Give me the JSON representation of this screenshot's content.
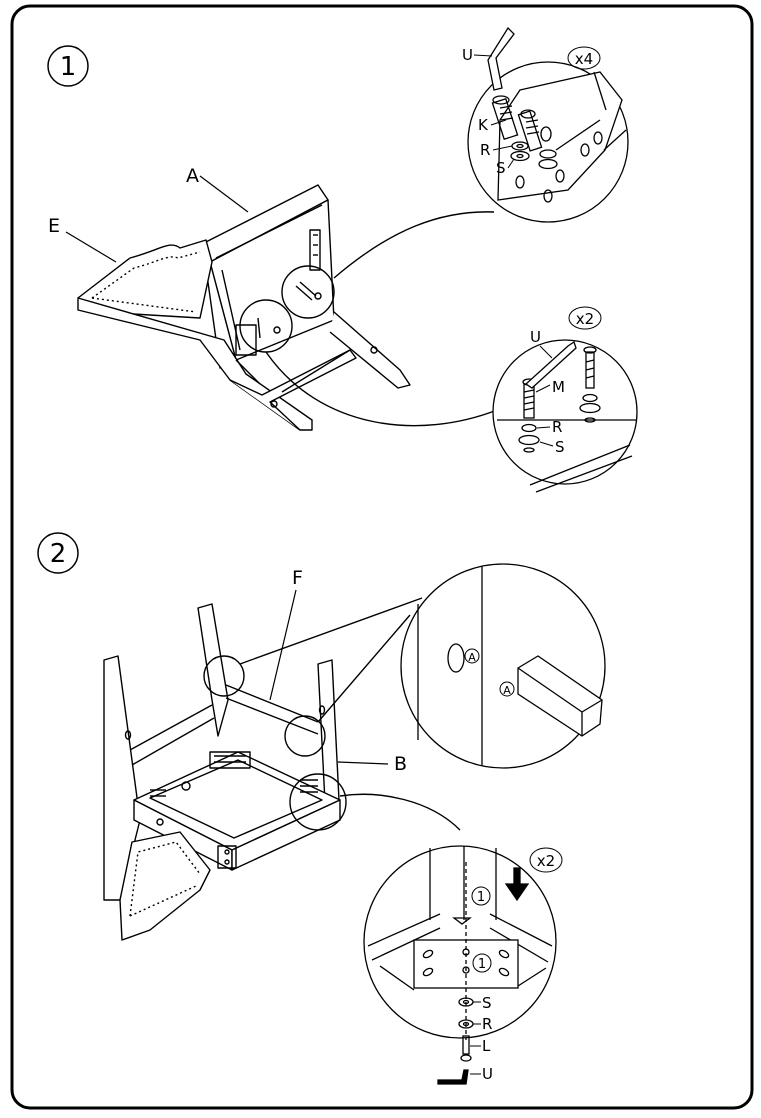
{
  "steps": [
    {
      "number": "1"
    },
    {
      "number": "2"
    }
  ],
  "step1": {
    "part_a": "A",
    "part_e": "E",
    "detail_top": {
      "tool": "U",
      "bolt": "K",
      "washer1": "R",
      "washer2": "S",
      "count": "x4"
    },
    "detail_bottom": {
      "tool": "U",
      "bolt": "M",
      "washer1": "R",
      "washer2": "S",
      "count": "x2"
    }
  },
  "step2": {
    "part_f": "F",
    "part_b": "B",
    "detail_marker": "A",
    "detail_bottom": {
      "count": "x2",
      "bracket_marker": "1",
      "washer2": "S",
      "washer1": "R",
      "bolt": "L",
      "tool": "U"
    }
  },
  "colors": {
    "line": "#000000",
    "background": "#ffffff"
  }
}
